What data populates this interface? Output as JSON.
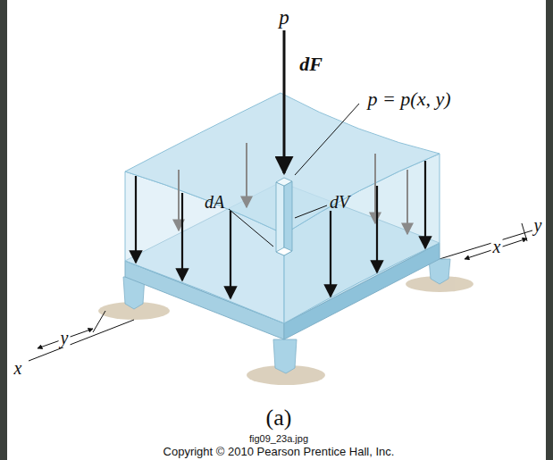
{
  "diagram": {
    "labels": [
      "p",
      "dF",
      "p = p(x, y)",
      "dA",
      "dV",
      "x",
      "y",
      "y",
      "x",
      "(a)",
      "fig09_23a.jpg",
      "Copyright © 2010 Pearson Prentice Hall, Inc."
    ]
  }
}
